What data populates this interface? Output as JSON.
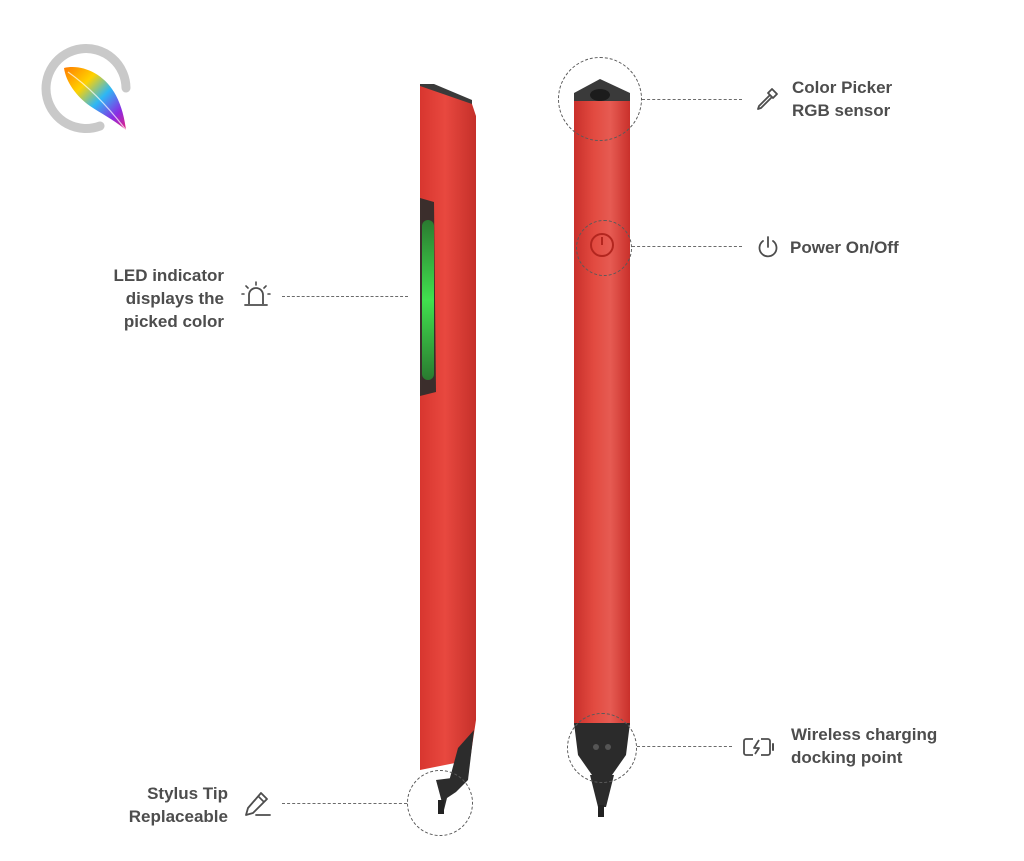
{
  "callouts": {
    "color_picker": {
      "line1": "Color Picker",
      "line2": "RGB sensor",
      "icon": "eyedropper-icon"
    },
    "power": {
      "line1": "Power On/Off",
      "icon": "power-icon"
    },
    "led": {
      "line1": "LED indicator",
      "line2": "displays the",
      "line3": "picked color",
      "icon": "alarm-light-icon"
    },
    "wireless": {
      "line1": "Wireless charging",
      "line2": "docking point",
      "icon": "charging-battery-icon"
    },
    "stylus": {
      "line1": "Stylus Tip",
      "line2": "Replaceable",
      "icon": "pencil-icon"
    }
  },
  "colors": {
    "pen_body": "#e0403a",
    "pen_shade": "#c9302b",
    "led_glow": "#3dd44a",
    "text": "#4d4d4d",
    "dash": "#6b6b6b"
  },
  "logo": {
    "icon": "feather-logo-icon"
  }
}
